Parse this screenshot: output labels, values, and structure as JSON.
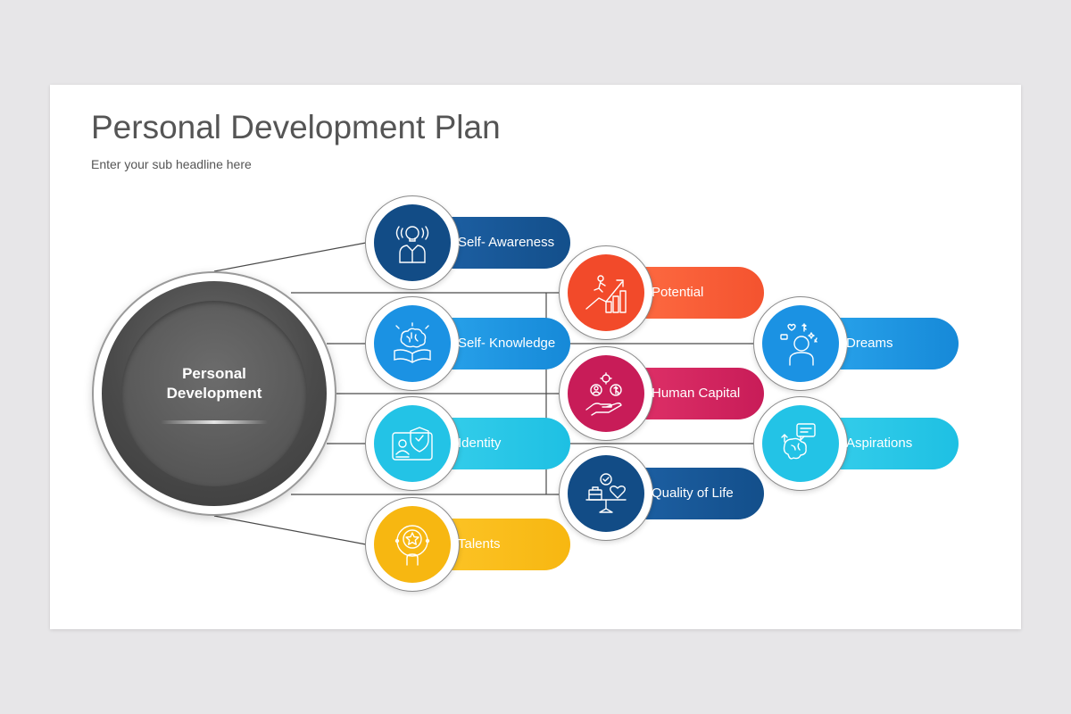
{
  "slide": {
    "title": "Personal Development Plan",
    "subtitle": "Enter your sub headline here"
  },
  "hub": {
    "label_line1": "Personal",
    "label_line2": "Development"
  },
  "nodes": [
    {
      "label": "Self- Awareness",
      "icon": "idea-person-icon",
      "color": "#134f8b"
    },
    {
      "label": "Self- Knowledge",
      "icon": "brain-book-icon",
      "color": "#1689d8"
    },
    {
      "label": "Identity",
      "icon": "id-card-shield-icon",
      "color": "#1ec0e3"
    },
    {
      "label": "Talents",
      "icon": "star-person-icon",
      "color": "#f7b711"
    },
    {
      "label": "Potential",
      "icon": "growth-chart-climber-icon",
      "color": "#f4532f"
    },
    {
      "label": "Human Capital",
      "icon": "hand-people-money-icon",
      "color": "#c81c58"
    },
    {
      "label": "Quality of Life",
      "icon": "balance-scale-icon",
      "color": "#134f8b"
    },
    {
      "label": "Dreams",
      "icon": "thinking-person-icon",
      "color": "#1689d8"
    },
    {
      "label": "Aspirations",
      "icon": "mind-chat-icon",
      "color": "#1ec0e3"
    }
  ]
}
